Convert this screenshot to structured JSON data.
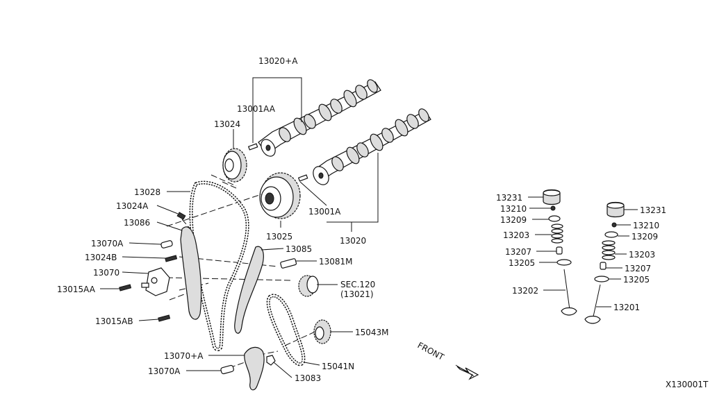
{
  "diagram_id": "X130001T",
  "direction_label": "FRONT",
  "labels": {
    "p13020A": "13020+A",
    "p13001AA": "13001AA",
    "p13024": "13024",
    "p13028": "13028",
    "p13024A": "13024A",
    "p13086": "13086",
    "p13070A_a": "13070A",
    "p13024B": "13024B",
    "p13070": "13070",
    "p13015AA": "13015AA",
    "p13015AB": "13015AB",
    "p13070PA": "13070+A",
    "p13070A_b": "13070A",
    "p13025": "13025",
    "p13001A": "13001A",
    "p13020": "13020",
    "p13085": "13085",
    "p13081M": "13081M",
    "sec120": "SEC.120",
    "sec120_ref": "(13021)",
    "p15043M": "15043M",
    "p15041N": "15041N",
    "p13083": "13083",
    "l13231": "13231",
    "l13210": "13210",
    "l13209": "13209",
    "l13203": "13203",
    "l13207": "13207",
    "l13205": "13205",
    "l13202": "13202",
    "r13231": "13231",
    "r13210": "13210",
    "r13209": "13209",
    "r13203": "13203",
    "r13207": "13207",
    "r13205": "13205",
    "r13201": "13201"
  }
}
